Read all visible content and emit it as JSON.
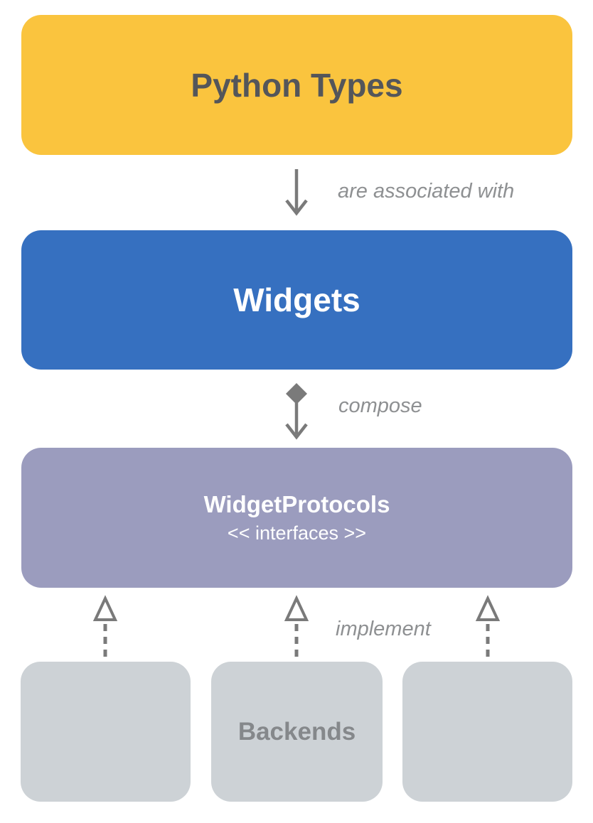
{
  "nodes": {
    "python_types": {
      "label": "Python Types"
    },
    "widgets": {
      "label": "Widgets"
    },
    "widget_protocols": {
      "label": "WidgetProtocols",
      "stereotype": "<< interfaces >>"
    },
    "backend_center": {
      "label": "Backends"
    }
  },
  "edges": {
    "association": {
      "label": "are associated with",
      "type": "open-arrow-down"
    },
    "composition": {
      "label": "compose",
      "type": "filled-diamond-to-open-arrow-down"
    },
    "realization": {
      "label": "implement",
      "type": "hollow-triangle-up-dashed",
      "count": 3
    }
  },
  "colors": {
    "background": "#FFFFFF",
    "python_types_bg": "#FAC43E",
    "widgets_bg": "#3670C0",
    "widget_protocols_bg": "#9B9CBE",
    "backends_bg": "#CDD2D6",
    "python_types_text": "#54565A",
    "backends_text": "#85888B",
    "node_text_light": "#FFFFFF",
    "connector": "#7A7A7A",
    "edge_label": "#8E9092"
  }
}
